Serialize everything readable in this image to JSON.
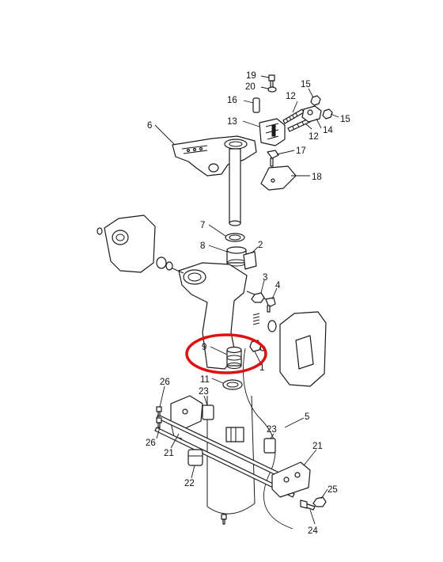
{
  "diagram": {
    "callouts": [
      {
        "id": "c19",
        "text": "19"
      },
      {
        "id": "c20",
        "text": "20"
      },
      {
        "id": "c16",
        "text": "16"
      },
      {
        "id": "c15a",
        "text": "15"
      },
      {
        "id": "c15b",
        "text": "15"
      },
      {
        "id": "c12a",
        "text": "12"
      },
      {
        "id": "c12b",
        "text": "12"
      },
      {
        "id": "c14",
        "text": "14"
      },
      {
        "id": "c13",
        "text": "13"
      },
      {
        "id": "c6",
        "text": "6"
      },
      {
        "id": "c17",
        "text": "17"
      },
      {
        "id": "c18",
        "text": "18"
      },
      {
        "id": "c7",
        "text": "7"
      },
      {
        "id": "c8",
        "text": "8"
      },
      {
        "id": "c2",
        "text": "2"
      },
      {
        "id": "c3",
        "text": "3"
      },
      {
        "id": "c4",
        "text": "4"
      },
      {
        "id": "c9",
        "text": "9"
      },
      {
        "id": "c1",
        "text": "1"
      },
      {
        "id": "c11",
        "text": "11"
      },
      {
        "id": "c26a",
        "text": "26"
      },
      {
        "id": "c23a",
        "text": "23"
      },
      {
        "id": "c5",
        "text": "5"
      },
      {
        "id": "c23b",
        "text": "23"
      },
      {
        "id": "c26b",
        "text": "26"
      },
      {
        "id": "c21a",
        "text": "21"
      },
      {
        "id": "c21b",
        "text": "21"
      },
      {
        "id": "c22",
        "text": "22"
      },
      {
        "id": "c25",
        "text": "25"
      },
      {
        "id": "c24",
        "text": "24"
      }
    ],
    "highlight_color": "#e01010",
    "line_color": "#1a1a1a"
  }
}
